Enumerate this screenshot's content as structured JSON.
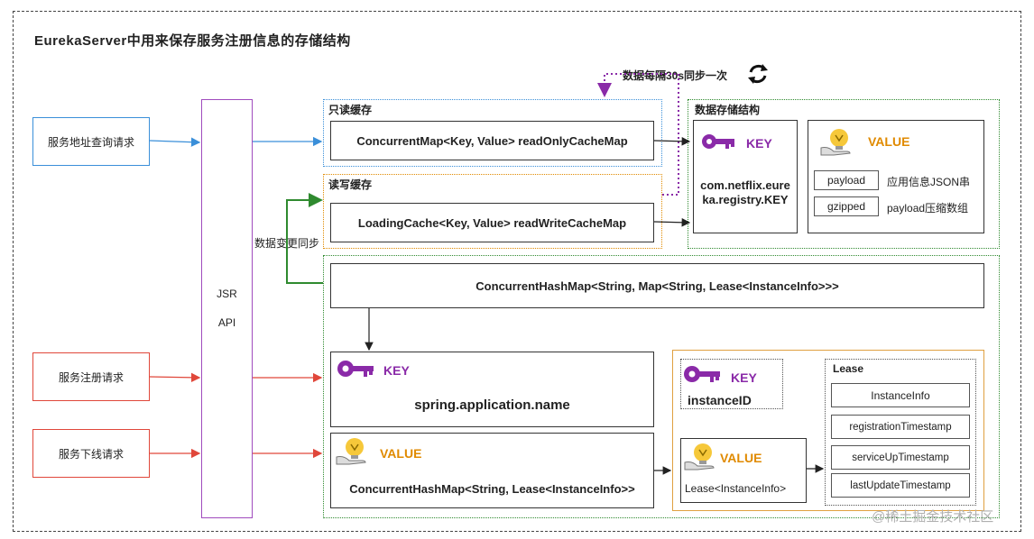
{
  "title": "EurekaServer中用来保存服务注册信息的存储结构",
  "sync_note": "数据每隔30s同步一次",
  "change_sync_note": "数据变更同步",
  "requests": {
    "query": "服务地址查询请求",
    "register": "服务注册请求",
    "offline": "服务下线请求"
  },
  "api": {
    "line1": "JSR",
    "line2": "API"
  },
  "readonly_cache": {
    "label": "只读缓存",
    "map": "ConcurrentMap<Key, Value> readOnlyCacheMap"
  },
  "readwrite_cache": {
    "label": "读写缓存",
    "map": "LoadingCache<Key, Value> readWriteCacheMap"
  },
  "storage": {
    "label": "数据存储结构",
    "key_label": "KEY",
    "key_value": "com.netflix.eureka.registry.KEY",
    "value_label": "VALUE",
    "rows": [
      {
        "field": "payload",
        "desc": "应用信息JSON串"
      },
      {
        "field": "gzipped",
        "desc": "payload压缩数组"
      }
    ]
  },
  "registry": {
    "map": "ConcurrentHashMap<String, Map<String, Lease<InstanceInfo>>>",
    "key_label": "KEY",
    "key_value": "spring.application.name",
    "value_label": "VALUE",
    "value_map": "ConcurrentHashMap<String, Lease<InstanceInfo>>",
    "inner_key_label": "KEY",
    "inner_key_value": "instanceID",
    "inner_value_label": "VALUE",
    "inner_value_text": "Lease<InstanceInfo>",
    "lease_label": "Lease",
    "lease_fields": [
      "InstanceInfo",
      "registrationTimestamp",
      "serviceUpTimestamp",
      "lastUpdateTimestamp"
    ]
  },
  "watermark": "@稀土掘金技术社区",
  "colors": {
    "blue": "#3a8fd9",
    "red": "#e0473a",
    "green": "#2f8a2f",
    "purple": "#8a2aa8",
    "orange": "#e08a00",
    "api_border": "#a04bbd"
  }
}
